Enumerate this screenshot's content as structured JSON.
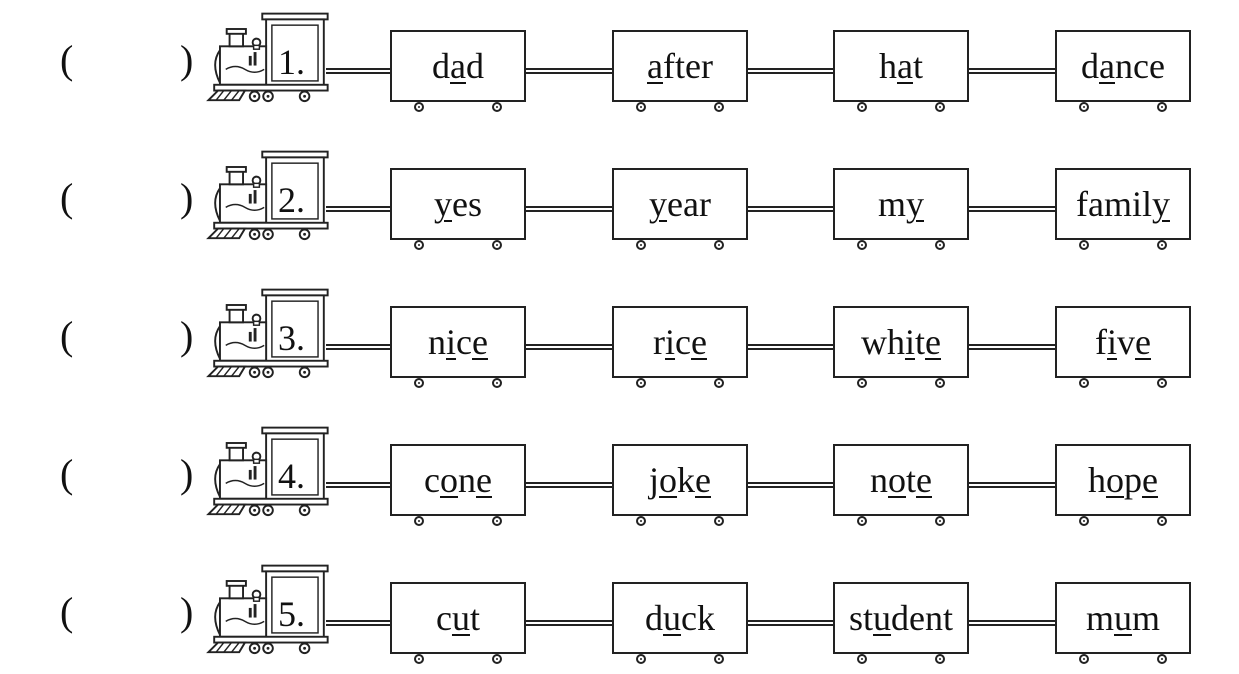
{
  "rows": [
    {
      "number": "1.",
      "words": [
        {
          "parts": [
            {
              "t": "d",
              "u": false
            },
            {
              "t": "a",
              "u": true
            },
            {
              "t": "d",
              "u": false
            }
          ]
        },
        {
          "parts": [
            {
              "t": "a",
              "u": true
            },
            {
              "t": "fter",
              "u": false
            }
          ]
        },
        {
          "parts": [
            {
              "t": "h",
              "u": false
            },
            {
              "t": "a",
              "u": true
            },
            {
              "t": "t",
              "u": false
            }
          ]
        },
        {
          "parts": [
            {
              "t": "d",
              "u": false
            },
            {
              "t": "a",
              "u": true
            },
            {
              "t": "nce",
              "u": false
            }
          ]
        }
      ]
    },
    {
      "number": "2.",
      "words": [
        {
          "parts": [
            {
              "t": "y",
              "u": true
            },
            {
              "t": "es",
              "u": false
            }
          ]
        },
        {
          "parts": [
            {
              "t": "y",
              "u": true
            },
            {
              "t": "ear",
              "u": false
            }
          ]
        },
        {
          "parts": [
            {
              "t": "m",
              "u": false
            },
            {
              "t": "y",
              "u": true
            }
          ]
        },
        {
          "parts": [
            {
              "t": "famil",
              "u": false
            },
            {
              "t": "y",
              "u": true
            }
          ]
        }
      ]
    },
    {
      "number": "3.",
      "words": [
        {
          "parts": [
            {
              "t": "n",
              "u": false
            },
            {
              "t": "i",
              "u": true
            },
            {
              "t": "c",
              "u": false
            },
            {
              "t": "e",
              "u": true
            }
          ]
        },
        {
          "parts": [
            {
              "t": "r",
              "u": false
            },
            {
              "t": "i",
              "u": true
            },
            {
              "t": "c",
              "u": false
            },
            {
              "t": "e",
              "u": true
            }
          ]
        },
        {
          "parts": [
            {
              "t": "wh",
              "u": false
            },
            {
              "t": "i",
              "u": true
            },
            {
              "t": "t",
              "u": false
            },
            {
              "t": "e",
              "u": true
            }
          ]
        },
        {
          "parts": [
            {
              "t": "f",
              "u": false
            },
            {
              "t": "i",
              "u": true
            },
            {
              "t": "v",
              "u": false
            },
            {
              "t": "e",
              "u": true
            }
          ]
        }
      ]
    },
    {
      "number": "4.",
      "words": [
        {
          "parts": [
            {
              "t": "c",
              "u": false
            },
            {
              "t": "o",
              "u": true
            },
            {
              "t": "n",
              "u": false
            },
            {
              "t": "e",
              "u": true
            }
          ]
        },
        {
          "parts": [
            {
              "t": "j",
              "u": false
            },
            {
              "t": "o",
              "u": true
            },
            {
              "t": "k",
              "u": false
            },
            {
              "t": "e",
              "u": true
            }
          ]
        },
        {
          "parts": [
            {
              "t": "n",
              "u": false
            },
            {
              "t": "o",
              "u": true
            },
            {
              "t": "t",
              "u": false
            },
            {
              "t": "e",
              "u": true
            }
          ]
        },
        {
          "parts": [
            {
              "t": "h",
              "u": false
            },
            {
              "t": "o",
              "u": true
            },
            {
              "t": "p",
              "u": false
            },
            {
              "t": "e",
              "u": true
            }
          ]
        }
      ]
    },
    {
      "number": "5.",
      "words": [
        {
          "parts": [
            {
              "t": "c",
              "u": false
            },
            {
              "t": "u",
              "u": true
            },
            {
              "t": "t",
              "u": false
            }
          ]
        },
        {
          "parts": [
            {
              "t": "d",
              "u": false
            },
            {
              "t": "u",
              "u": true
            },
            {
              "t": "ck",
              "u": false
            }
          ]
        },
        {
          "parts": [
            {
              "t": "st",
              "u": false
            },
            {
              "t": "u",
              "u": true
            },
            {
              "t": "dent",
              "u": false
            }
          ]
        },
        {
          "parts": [
            {
              "t": "m",
              "u": false
            },
            {
              "t": "u",
              "u": true
            },
            {
              "t": "m",
              "u": false
            }
          ]
        }
      ]
    }
  ]
}
